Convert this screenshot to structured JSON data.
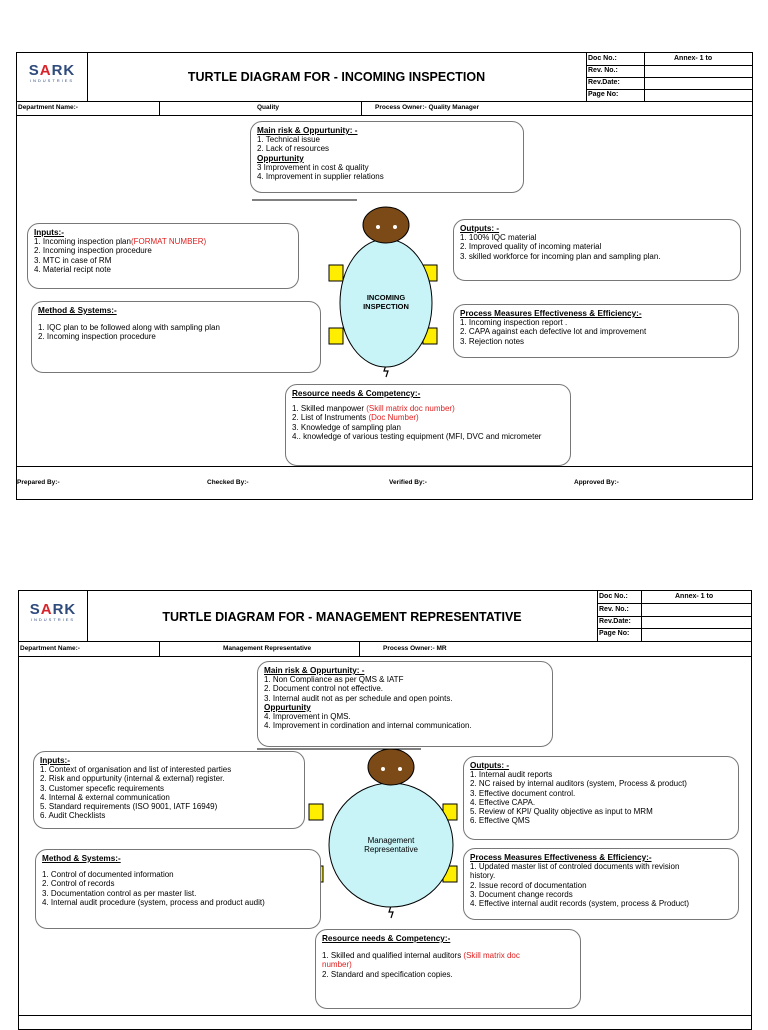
{
  "brand": {
    "name_a": "S",
    "name_b": "A",
    "name_c": "RK",
    "tagline": "INDUSTRIES"
  },
  "doc_labels": {
    "doc_no": "Doc No.:",
    "rev_no": "Rev. No.:",
    "rev_date": "Rev.Date:",
    "page_no": "Page No:"
  },
  "sheet1": {
    "title": "TURTLE DIAGRAM FOR - INCOMING INSPECTION",
    "annex": "Annex- 1 to",
    "department_label": "Department Name:-",
    "department_value": "Quality",
    "process_owner": "Process Owner:- Quality Manager",
    "body_label": [
      "INCOMING",
      "INSPECTION"
    ],
    "risk": {
      "heading": "Main risk & Oppurtunity: -",
      "lines": [
        "1. Technical issue",
        "2. Lack of resources"
      ],
      "opp_heading": "Oppurtunity",
      "opp_lines": [
        "3 Improvement in cost & quality",
        "4. Improvement in supplier relations"
      ]
    },
    "inputs": {
      "heading": "Inputs:-",
      "line1_prefix": "1. Incoming inspection plan",
      "line1_red": "(FORMAT NUMBER)",
      "lines": [
        "2. Incoming inspection procedure",
        "3. MTC in case of RM",
        "4. Material recipt note"
      ]
    },
    "outputs": {
      "heading": "Outputs: -",
      "lines": [
        "1. 100% IQC material",
        "2. Improved quality of incoming material",
        "3. skilled workforce for incoming plan and sampling plan."
      ]
    },
    "method": {
      "heading": "Method & Systems:-",
      "lines": [
        "1. IQC plan to be followed along with sampling plan",
        "2. Incoming inspection procedure"
      ]
    },
    "measures": {
      "heading": "Process Measures Effectiveness & Efficiency:-",
      "lines": [
        "1. Incoming inspection report .",
        "2. CAPA against each defective lot and improvement",
        "3. Rejection notes"
      ]
    },
    "resources": {
      "heading": "Resource needs & Competency:-",
      "l1_prefix": "1. Skilled manpower ",
      "l1_red": "(Skill matrix doc number)",
      "l2_prefix": "2. List of Instruments ",
      "l2_red": "(Doc Number)",
      "lines": [
        "3. Knowledge of sampling plan",
        "4.. knowledge of various testing equipment (MFI, DVC and micrometer"
      ]
    },
    "footer": {
      "prepared": "Prepared By:-",
      "checked": "Checked By:-",
      "verified": "Verified By:-",
      "approved": "Approved By:-"
    }
  },
  "sheet2": {
    "title": "TURTLE DIAGRAM FOR - MANAGEMENT REPRESENTATIVE",
    "annex": "Annex- 1 to",
    "department_label": "Department Name:-",
    "department_value": "Management Representative",
    "process_owner": "Process Owner:- MR",
    "body_label": [
      "Management",
      "Representative"
    ],
    "risk": {
      "heading": "Main risk & Oppurtunity: -",
      "lines": [
        "1. Non Compliance as per QMS & IATF",
        "2. Document control not effective.",
        "3. Internal audit not as per schedule and open points."
      ],
      "opp_heading": "Oppurtunity",
      "opp_lines": [
        "4. Improvement in QMS.",
        "4. Improvement in cordination and internal communication."
      ]
    },
    "inputs": {
      "heading": "Inputs:-",
      "lines": [
        "1. Context of organisation and list of interested parties",
        "2. Risk and oppurtunity (internal & external) register.",
        "3. Customer specefic requirements",
        "4. Internal & external communication",
        "5. Standard requirements (ISO 9001, IATF 16949)",
        "6. Audit Checklists"
      ]
    },
    "outputs": {
      "heading": "Outputs: -",
      "lines": [
        "1. Internal audit reports",
        "2. NC raised by internal auditors (system, Process & product)",
        "3. Effective document control.",
        "4. Effective CAPA.",
        "5. Review of KPI/ Quality objective as input to MRM",
        "6. Effective QMS"
      ]
    },
    "method": {
      "heading": "Method & Systems:-",
      "lines": [
        "1. Control of documented information",
        "2. Control of records",
        "3. Documentation control as per master list.",
        "4. Internal audit procedure (system, process and product audit)"
      ]
    },
    "measures": {
      "heading": "Process Measures Effectiveness & Efficiency:-",
      "lines": [
        "1. Updated master list of controled documents with revision",
        "history.",
        "2. Issue record of documentation",
        "3. Document change records",
        "4. Effective internal audit records (system, process & Product)"
      ]
    },
    "resources": {
      "heading": "Resource needs & Competency:-",
      "l1_prefix": "1. Skilled and qualified internal auditors ",
      "l1_red": "(Skill matrix doc",
      "l1_red2": "number)",
      "lines": [
        "2. Standard and specification copies."
      ]
    }
  }
}
